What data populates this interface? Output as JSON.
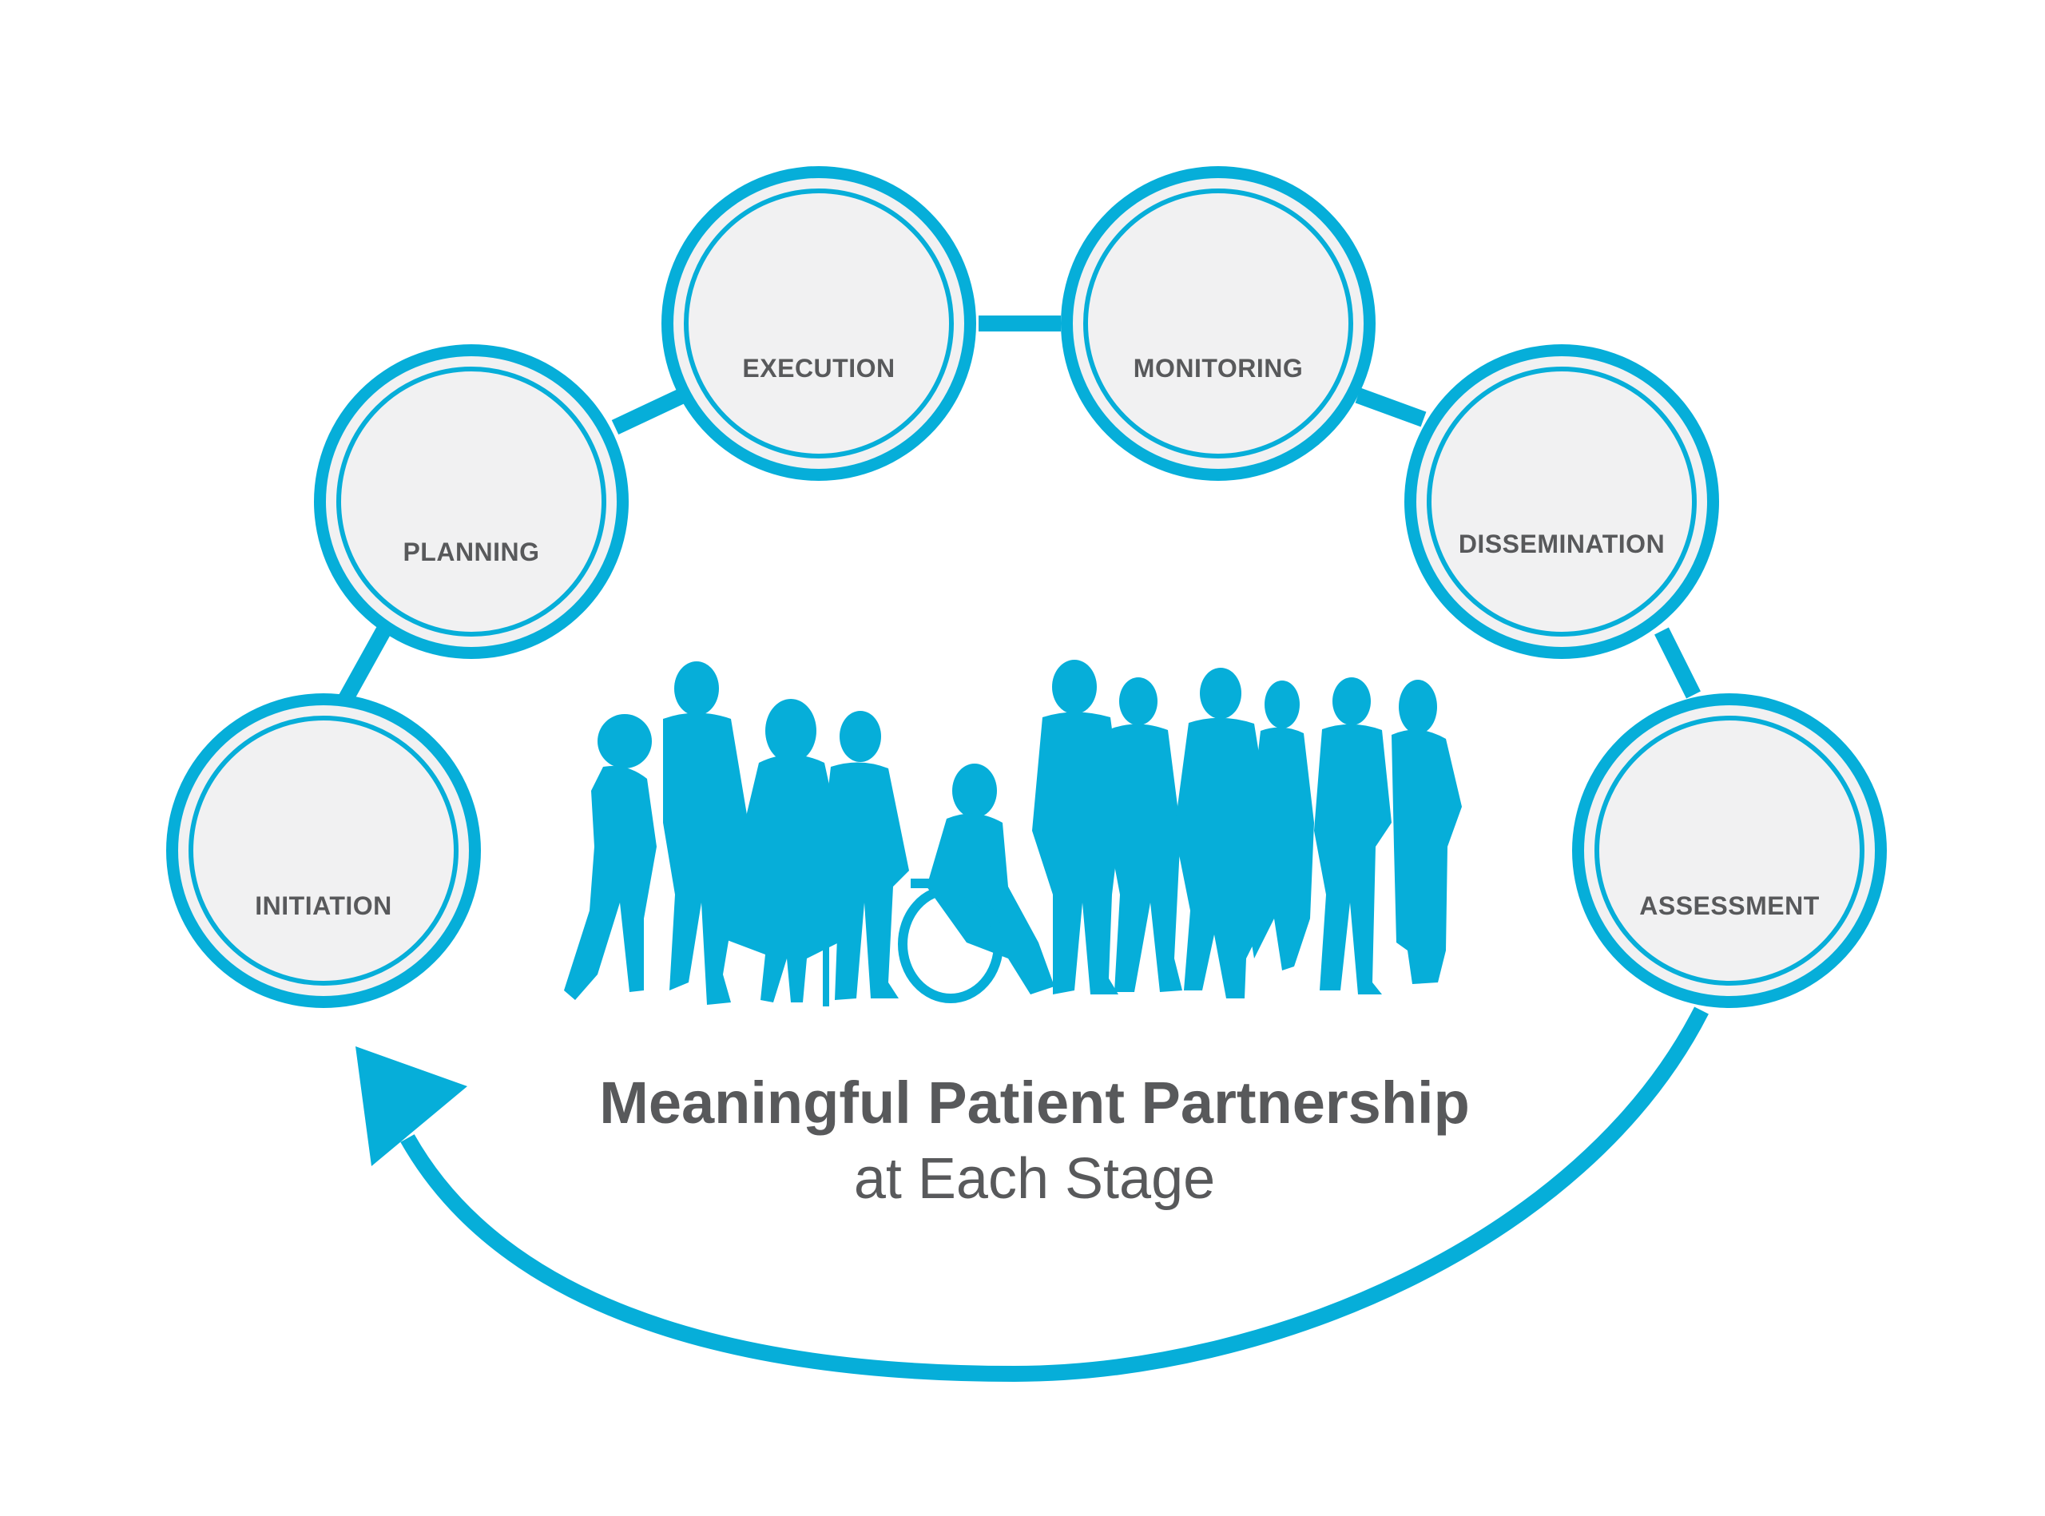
{
  "colors": {
    "accent": "#06aed9",
    "stage_fill": "#f1f1f2",
    "text": "#58595b",
    "background": "#ffffff"
  },
  "stages": [
    {
      "id": "initiation",
      "label": "INITIATION"
    },
    {
      "id": "planning",
      "label": "PLANNING"
    },
    {
      "id": "execution",
      "label": "EXECUTION"
    },
    {
      "id": "monitoring",
      "label": "MONITORING"
    },
    {
      "id": "dissemination",
      "label": "DISSEMINATION"
    },
    {
      "id": "assessment",
      "label": "ASSESSMENT"
    }
  ],
  "title": {
    "line1": "Meaningful Patient Partnership",
    "line2": "at Each Stage"
  },
  "icons": {
    "people": "people-silhouette-group-icon",
    "arrow": "cycle-return-arrow-icon"
  }
}
